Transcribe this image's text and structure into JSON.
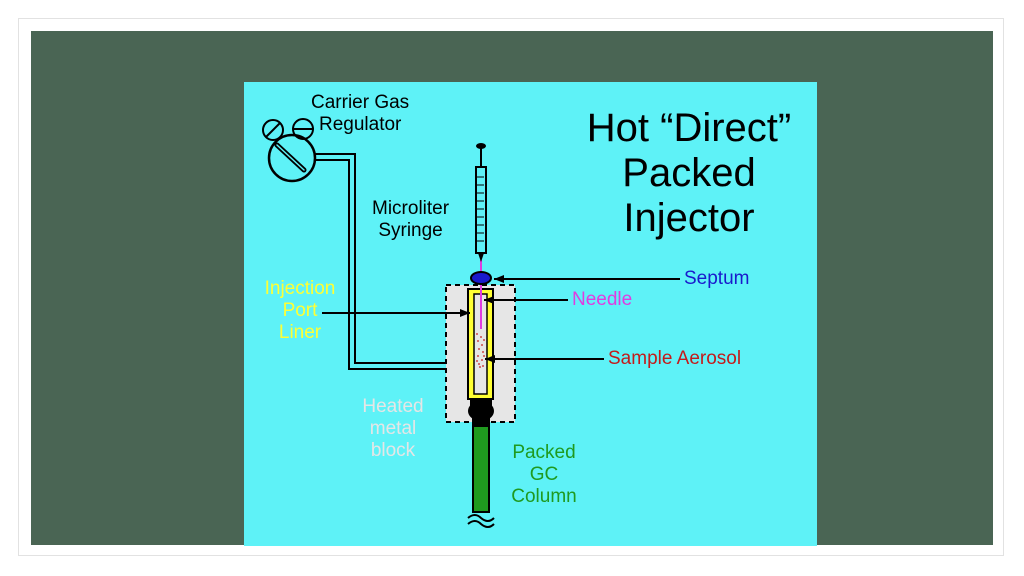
{
  "title": {
    "line1": "Hot “Direct”",
    "line2": "Packed",
    "line3": "Injector"
  },
  "labels": {
    "regulator_line1": "Carrier Gas",
    "regulator_line2": "Regulator",
    "syringe_line1": "Microliter",
    "syringe_line2": "Syringe",
    "liner_line1": "Injection",
    "liner_line2": "Port",
    "liner_line3": "Liner",
    "block_line1": "Heated",
    "block_line2": "metal",
    "block_line3": "block",
    "septum": "Septum",
    "needle": "Needle",
    "aerosol": "Sample Aerosol",
    "column_line1": "Packed",
    "column_line2": "GC",
    "column_line3": "Column"
  },
  "colors": {
    "background": "#5ef2f7",
    "slide": "#4a6554",
    "septum": "#1a1acc",
    "needle": "#e03ce0",
    "aerosol": "#c41a1a",
    "liner": "#ffff33",
    "block": "#e6e6e6",
    "column": "#1f9a1f"
  }
}
